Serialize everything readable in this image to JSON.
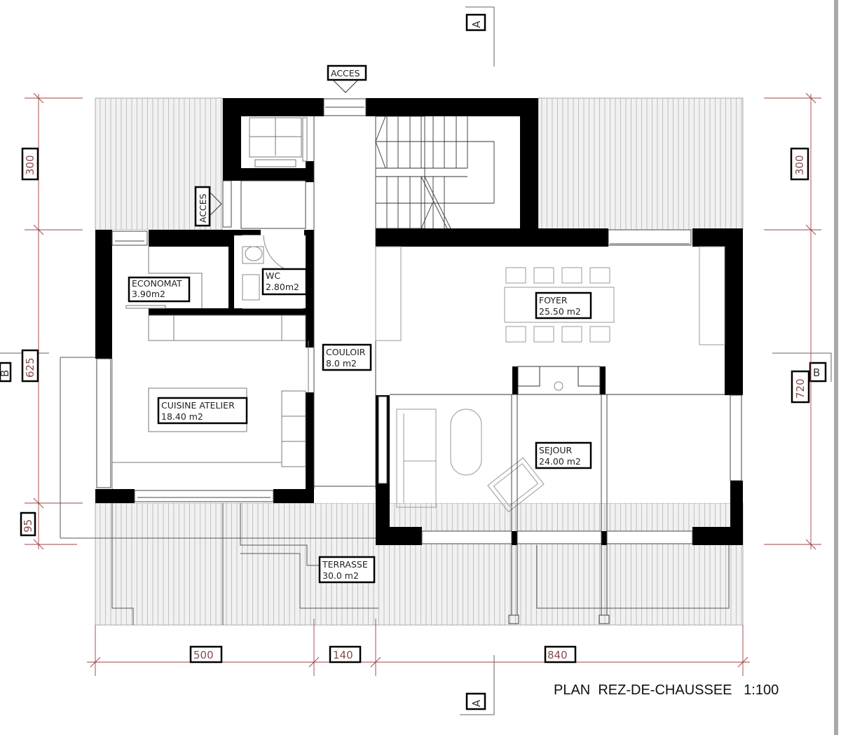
{
  "title": "PLAN  REZ-DE-CHAUSSEE   1:100",
  "colors": {
    "wall": "#000000",
    "dimension": "#a04040",
    "terrace_fill": "#f0f0f0",
    "hatch": "#b0b0b0",
    "furniture": "#a8a8a8"
  },
  "rooms": [
    {
      "id": "economat",
      "name": "ECONOMAT",
      "area": "3.90m2"
    },
    {
      "id": "wc",
      "name": "WC",
      "area": "2.80m2"
    },
    {
      "id": "cuisine",
      "name": "CUISINE  ATELIER",
      "area": "18.40  m2"
    },
    {
      "id": "couloir",
      "name": "COULOIR",
      "area": "8.0  m2"
    },
    {
      "id": "foyer",
      "name": "FOYER",
      "area": "25.50  m2"
    },
    {
      "id": "sejour",
      "name": "SEJOUR",
      "area": "24.00  m2"
    },
    {
      "id": "terrasse",
      "name": "TERRASSE",
      "area": "30.0  m2"
    }
  ],
  "access_labels": {
    "top": "ACCES",
    "side": "ACCES"
  },
  "section_markers": {
    "top": "A",
    "bottom": "A",
    "left": "B",
    "right": "B"
  },
  "dimensions": {
    "left": [
      "300",
      "625",
      "95"
    ],
    "right": [
      "300",
      "720"
    ],
    "bottom": [
      "500",
      "140",
      "840"
    ]
  }
}
